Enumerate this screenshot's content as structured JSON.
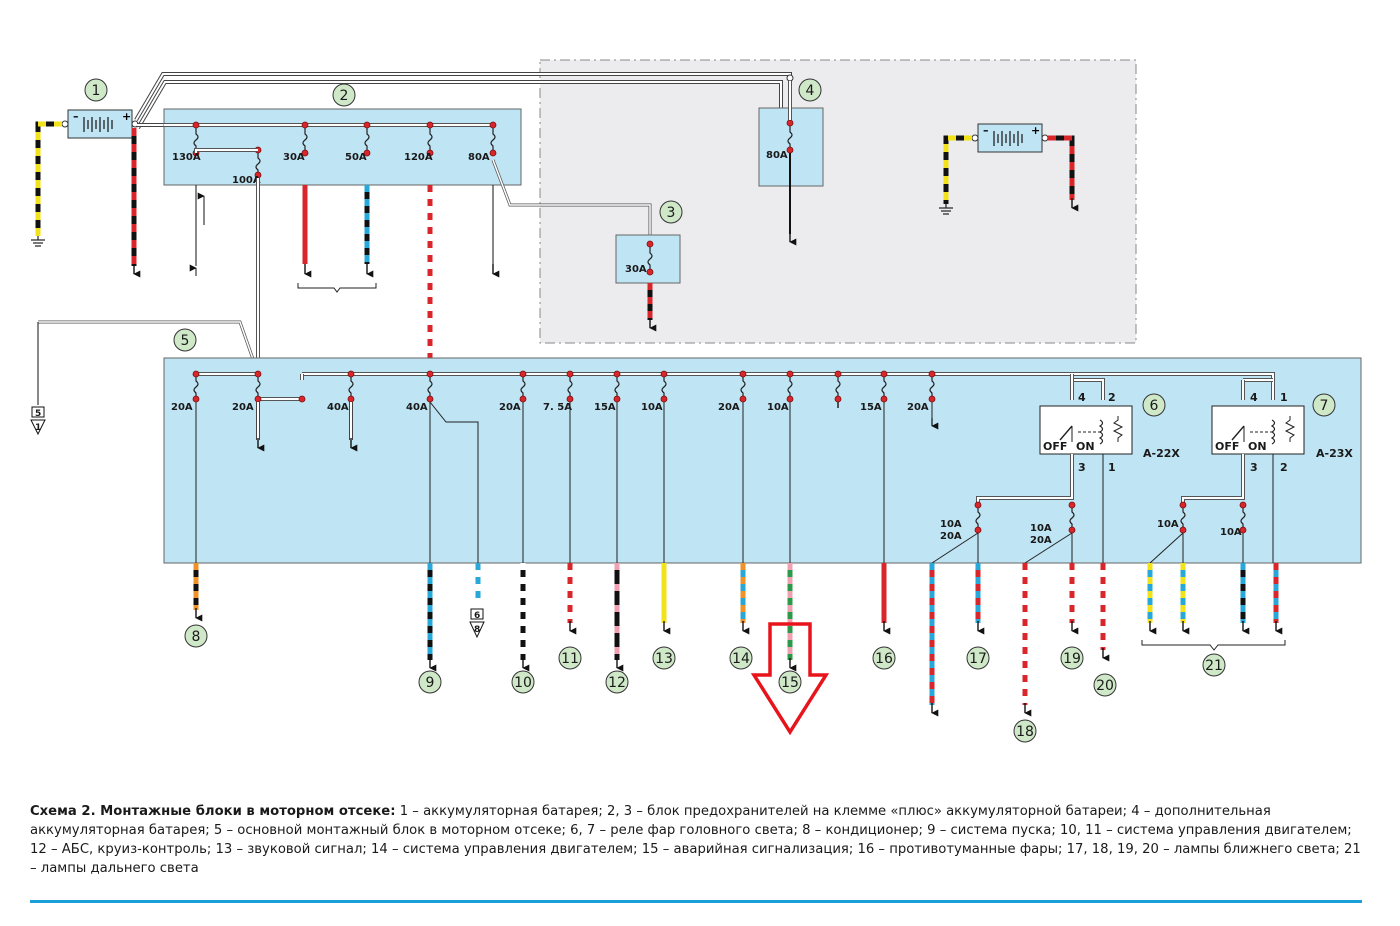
{
  "callouts": [
    "1",
    "2",
    "3",
    "4",
    "5",
    "6",
    "7",
    "8",
    "9",
    "10",
    "11",
    "12",
    "13",
    "14",
    "15",
    "16",
    "17",
    "18",
    "19",
    "20",
    "21"
  ],
  "fuses": {
    "b2": [
      "130A",
      "30A",
      "50A",
      "120A",
      "80A",
      "100A"
    ],
    "b3": "30A",
    "b4": "80A",
    "b5_top": [
      "20A",
      "20A",
      "40A",
      "40A",
      "20A",
      "7. 5A",
      "15A",
      "10A",
      "20A",
      "10A",
      "15A",
      "20A"
    ],
    "b5_bottom": [
      "10A\n20A",
      "10A\n20A",
      "10A",
      "10A"
    ]
  },
  "relays": {
    "r6": {
      "name": "A-22X",
      "pins": [
        "4",
        "2",
        "3",
        "1"
      ],
      "off": "OFF",
      "on": "ON"
    },
    "r7": {
      "name": "A-23X",
      "pins": [
        "4",
        "1",
        "3",
        "2"
      ],
      "off": "OFF",
      "on": "ON"
    }
  },
  "connectors": [
    {
      "top": "5",
      "bottom": "1"
    },
    {
      "top": "6",
      "bottom": "8"
    }
  ],
  "caption": {
    "title": "Схема 2. Монтажные блоки в моторном отсеке:",
    "text": " 1 – аккумуляторная батарея; 2, 3 – блок предохранителей на клемме «плюс» аккумуляторной батареи; 4 – дополнительная аккумуляторная батарея; 5 – основной монтажный блок в моторном отсеке; 6, 7 – реле фар головного света; 8 – кондиционер; 9 – система пуска; 10, 11 – система управления двигателем; 12 – АБС, круиз-контроль; 13 – звуковой сигнал; 14 – система управления двигателем; 15 – аварийная сигнализация; 16 – противотуманные фары; 17, 18, 19, 20 – лампы ближнего света; 21 – лампы дальнего света"
  },
  "colors": {
    "box_fill": "#bfe4f4",
    "zone_fill": "#ececee",
    "callout_fill": "#cfe8c8",
    "highlight_arrow": "#e8141c",
    "caption_rule": "#1aa0d8"
  }
}
